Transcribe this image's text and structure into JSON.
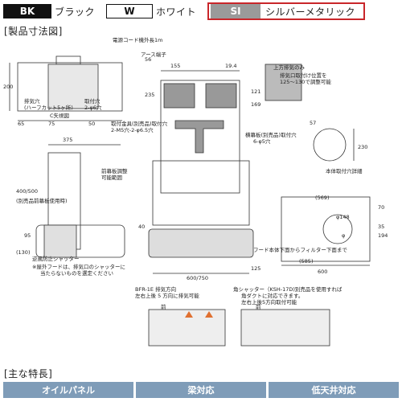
{
  "colors": {
    "bk": "#111111",
    "si": "#9a9a9a",
    "highlight": "#c9262a",
    "feature_bg": "#7f9cb8"
  },
  "color_options": [
    {
      "code": "BK",
      "name": "ブラック"
    },
    {
      "code": "W",
      "name": "ホワイト"
    },
    {
      "code": "SI",
      "name": "シルバーメタリック"
    }
  ],
  "section_dimensions": "[製品寸法図]",
  "section_features": "[主な特長]",
  "diagram": {
    "power_cord": "電源コード機外長1m",
    "earth": "アース端子",
    "exhaust": "排気穴",
    "half_cut": "(ハーフカット5ヶ所)",
    "hole_2_6": "取付穴",
    "hole_2_6b": "2-φ6穴",
    "c_view": "C矢視図",
    "upper_exhaust": "上方排気のみ",
    "adapter1": "排気口取付け位置を",
    "adapter2": "125～130で調整可能",
    "fitting1": "取付金具(別売品)取付穴",
    "fitting2": "2-M5穴-2-φ6.5穴",
    "side_plate1": "横幕板(別売品)取付穴",
    "side_plate2": "6-φ5穴",
    "front_plate1": "前幕板調整",
    "front_plate2": "可能範囲",
    "body_hole": "本体取付穴詳細",
    "filter_low": "フード本体下面からフィルター下面まで",
    "backflow": "逆風防止シャッター",
    "note1": "※屋外フードは、排気口のシャッターに",
    "note2": "当たらないものを選定ください",
    "dim_155": "155",
    "dim_194": "19.4",
    "dim_375": "375",
    "dim_65": "65",
    "dim_75": "75",
    "dim_50": "50",
    "dim_200": "200",
    "dim_235": "235",
    "dim_56": "56",
    "dim_121": "121",
    "dim_169": "169",
    "dim_400500": "400/500",
    "dim_pos": "(別売品前幕板使用時)",
    "dim_95": "95",
    "dim_130": "(130)",
    "dim_600750": "600/750",
    "dim_40": "40",
    "dim_125": "125",
    "dim_569": "(569)",
    "dim_148": "φ148",
    "dim_70": "70",
    "dim_585": "(585)",
    "dim_600": "600",
    "dim_194b": "194",
    "dim_35": "35",
    "dim_230": "230",
    "dim_57": "57",
    "bfr_label": "BFR-1E 排気方向",
    "bfr_sub": "左右上後 5 方向に排気可能",
    "shutter_label": "角シャッター（KSH-17D)別売品を使用すれば",
    "shutter_sub1": "角ダクトに対応できます。",
    "shutter_sub2": "左右上後5方向取付可能",
    "front1": "前",
    "front2": "前",
    "phi": "φ"
  },
  "features": [
    "オイルパネル",
    "梁対応",
    "低天井対応"
  ]
}
